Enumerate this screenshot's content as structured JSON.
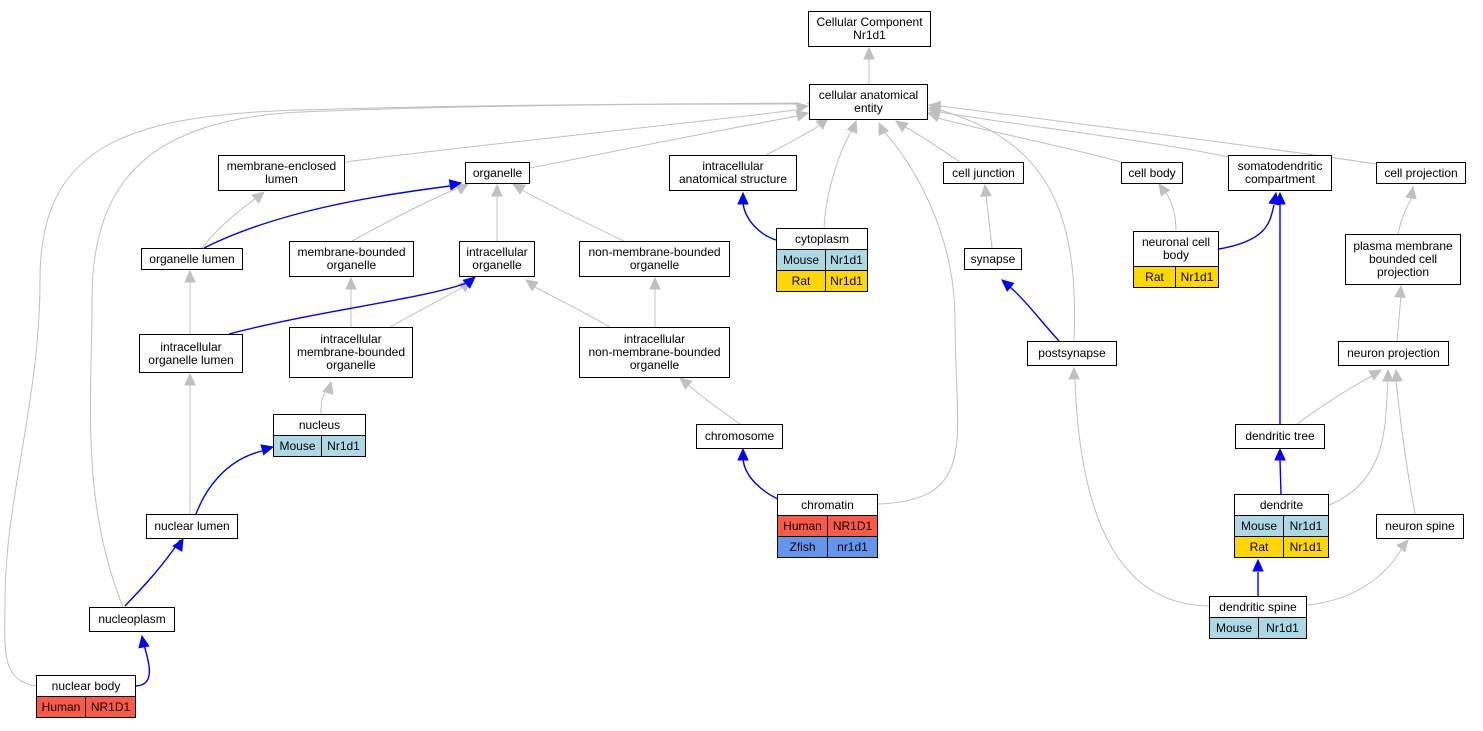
{
  "colors": {
    "edge_isa": "#C0C0C0",
    "edge_partof": "#0000FF",
    "human": "#FA5A46",
    "mouse": "#ADD8E6",
    "rat": "#FFD700",
    "zfish": "#6495ED"
  },
  "nodes": {
    "root": "Cellular Component\nNr1d1",
    "cae": "cellular anatomical\nentity",
    "mel": "membrane-enclosed\nlumen",
    "organelle": "organelle",
    "ias": "intracellular\nanatomical structure",
    "cell_junction": "cell junction",
    "cell_body": "cell body",
    "somatodendritic": "somatodendritic\ncompartment",
    "cell_projection": "cell projection",
    "organelle_lumen": "organelle lumen",
    "mbo": "membrane-bounded\norganelle",
    "io": "intracellular\norganelle",
    "nmbo": "non-membrane-bounded\norganelle",
    "cytoplasm": "cytoplasm",
    "synapse": "synapse",
    "ncb": "neuronal cell\nbody",
    "pmbcp": "plasma membrane\nbounded cell\nprojection",
    "iol": "intracellular\norganelle lumen",
    "imbo": "intracellular\nmembrane-bounded\norganelle",
    "inmbo": "intracellular\nnon-membrane-bounded\norganelle",
    "postsynapse": "postsynapse",
    "neuron_projection": "neuron projection",
    "nucleus": "nucleus",
    "chromosome": "chromosome",
    "dendritic_tree": "dendritic tree",
    "nuclear_lumen": "nuclear lumen",
    "chromatin": "chromatin",
    "dendrite": "dendrite",
    "neuron_spine": "neuron spine",
    "nucleoplasm": "nucleoplasm",
    "dendritic_spine": "dendritic spine",
    "nuclear_body": "nuclear body"
  },
  "annotations": {
    "cytoplasm": [
      {
        "species": "Mouse",
        "gene": "Nr1d1"
      },
      {
        "species": "Rat",
        "gene": "Nr1d1"
      }
    ],
    "ncb": [
      {
        "species": "Rat",
        "gene": "Nr1d1"
      }
    ],
    "nucleus": [
      {
        "species": "Mouse",
        "gene": "Nr1d1"
      }
    ],
    "chromatin": [
      {
        "species": "Human",
        "gene": "NR1D1"
      },
      {
        "species": "Zfish",
        "gene": "nr1d1"
      }
    ],
    "dendrite": [
      {
        "species": "Mouse",
        "gene": "Nr1d1"
      },
      {
        "species": "Rat",
        "gene": "Nr1d1"
      }
    ],
    "dendritic_spine": [
      {
        "species": "Mouse",
        "gene": "Nr1d1"
      }
    ],
    "nuclear_body": [
      {
        "species": "Human",
        "gene": "NR1D1"
      }
    ]
  }
}
